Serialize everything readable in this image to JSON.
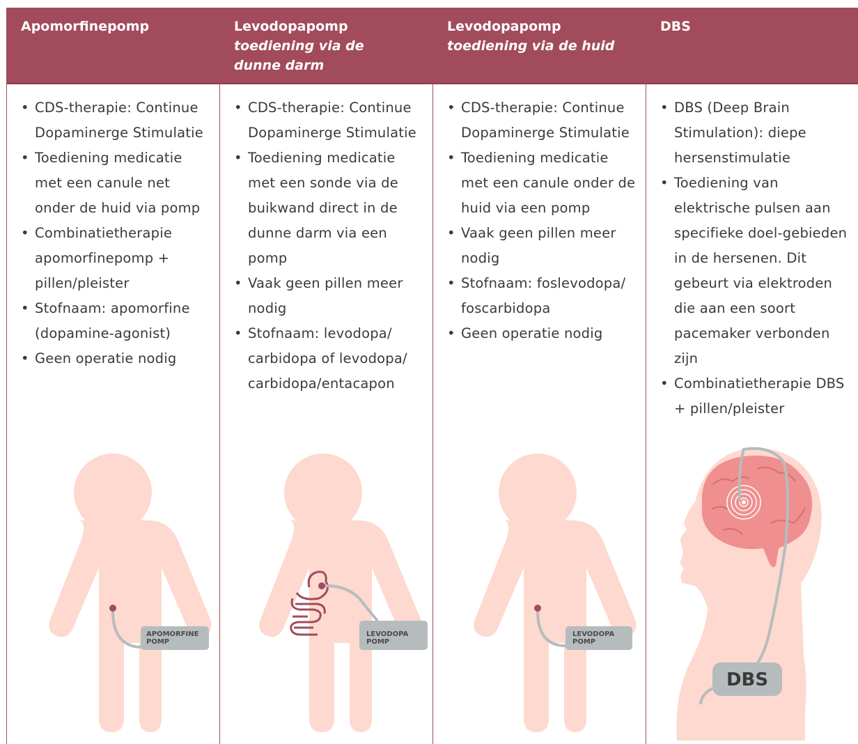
{
  "columns": [
    {
      "title": "Apomorfinepomp",
      "subtitle": "",
      "bullets": [
        "CDS-therapie: Continue Dopaminerge Stimulatie",
        "Toediening medicatie met een canule net onder de huid via pomp",
        "Combinatietherapie apomorfinepomp + pillen/pleister",
        "Stofnaam: apomorfine (dopamine-agonist)",
        "Geen operatie nodig"
      ],
      "pump_label": [
        "APOMORFINE",
        "POMP"
      ]
    },
    {
      "title": "Levodopapomp",
      "subtitle": "toediening via de dunne darm",
      "bullets": [
        "CDS-therapie: Continue Dopaminerge Stimulatie",
        "Toediening medicatie met een sonde via de buikwand direct in de dunne darm via een pomp",
        "Vaak geen pillen meer nodig",
        "Stofnaam: levodopa/ carbidopa of levodopa/ carbidopa/entacapon"
      ],
      "pump_label": [
        "LEVODOPA",
        "POMP"
      ]
    },
    {
      "title": "Levodopapomp",
      "subtitle": "toediening via de huid",
      "bullets": [
        "CDS-therapie: Continue Dopaminerge Stimulatie",
        "Toediening medicatie met een canule onder de huid via een pomp",
        "Vaak geen pillen meer nodig",
        "Stofnaam: foslevodopa/ foscarbidopa",
        "Geen operatie nodig"
      ],
      "pump_label": [
        "LEVODOPA",
        "POMP"
      ]
    },
    {
      "title": "DBS",
      "subtitle": "",
      "bullets": [
        "DBS (Deep Brain Stimulation): diepe hersenstimulatie",
        "Toediening van elektrische pulsen aan specifieke doel-gebieden in de hersenen. Dit gebeurt via elektroden die aan een soort pacemaker verbonden zijn",
        "Combinatietherapie DBS + pillen/pleister"
      ],
      "device_label": "DBS"
    }
  ],
  "colors": {
    "header": "#a24b5c",
    "body_figure": "#fdd9cf",
    "pump": "#b6bcbd",
    "brain": "#ef8f8f",
    "accent": "#a24b5c"
  }
}
